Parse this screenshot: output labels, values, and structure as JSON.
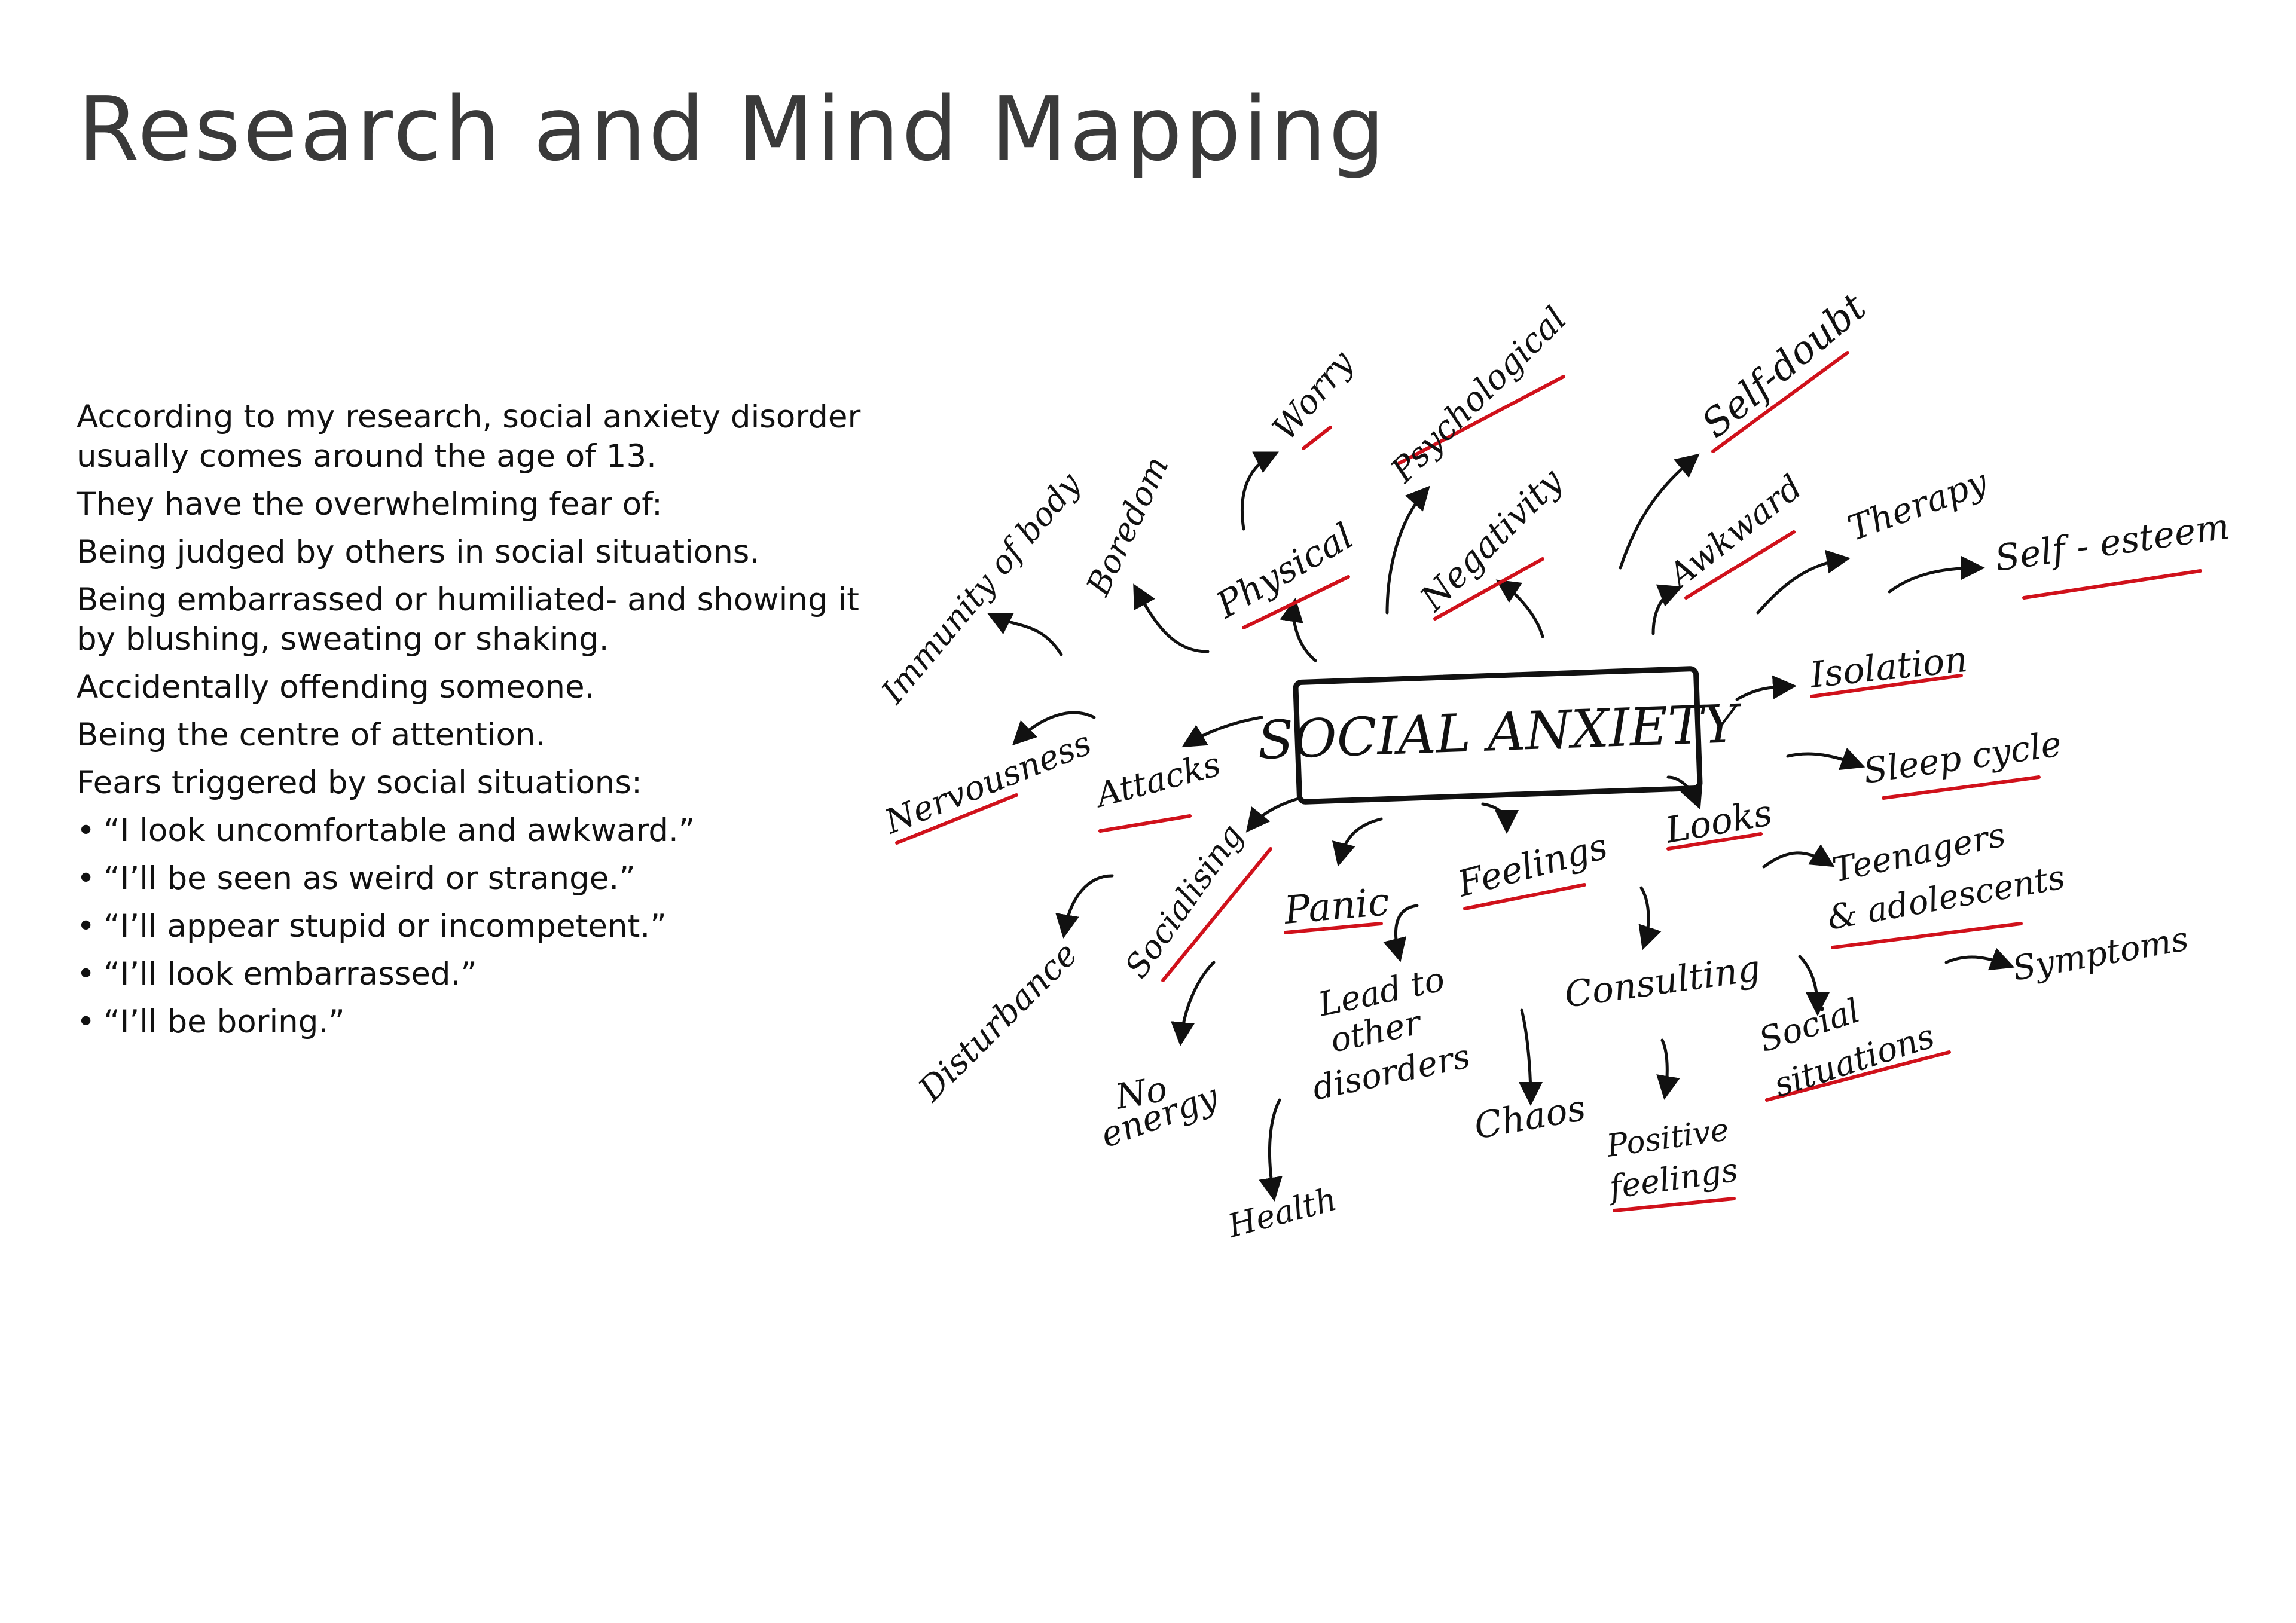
{
  "title": "Research and Mind Mapping",
  "intro": {
    "p1": "According to my research, social anxiety disorder usually comes around the age of 13.",
    "p2": "They have the overwhelming fear of:",
    "p3": "Being judged by others in social situations.",
    "p4": "Being embarrassed or humiliated- and showing it by blushing, sweating or shaking.",
    "p5": "Accidentally offending someone.",
    "p6": "Being the centre of attention.",
    "p7": "Fears triggered by social situations:",
    "bullets": [
      "“I look uncomfortable and awkward.”",
      "“I’ll be seen as weird or strange.”",
      "“I’ll appear stupid or incompetent.”",
      "“I’ll look embarrassed.”",
      "“I’ll be boring.”"
    ]
  },
  "mindmap": {
    "center": "SOCIAL ANXIETY",
    "nodes": {
      "immunity": "Immunity of body",
      "boredom": "Boredom",
      "worry": "Worry",
      "physical": "Physical",
      "psychological": "Psychological",
      "negativity": "Negativity",
      "self_doubt": "Self-doubt",
      "awkward": "Awkward",
      "therapy": "Therapy",
      "self_esteem": "Self - esteem",
      "isolation": "Isolation",
      "sleep_cycle": "Sleep cycle",
      "nervousness": "Nervousness",
      "attacks": "Attacks",
      "disturbance": "Disturbance",
      "socialising": "Socialising",
      "panic": "Panic",
      "feelings": "Feelings",
      "looks": "Looks",
      "teenagers_1": "Teenagers",
      "teenagers_2": "& adolescents",
      "symptoms": "Symptoms",
      "no_energy_1": "No",
      "no_energy_2": "energy",
      "lead_1": "Lead to",
      "lead_2": "other",
      "lead_3": "disorders",
      "consulting": "Consulting",
      "social_sit_1": "Social",
      "social_sit_2": "situations",
      "health": "Health",
      "chaos": "Chaos",
      "positive_1": "Positive",
      "positive_2": "feelings"
    }
  },
  "colors": {
    "underline": "#d0111b",
    "ink": "#111111",
    "title": "#3a3a3a"
  }
}
